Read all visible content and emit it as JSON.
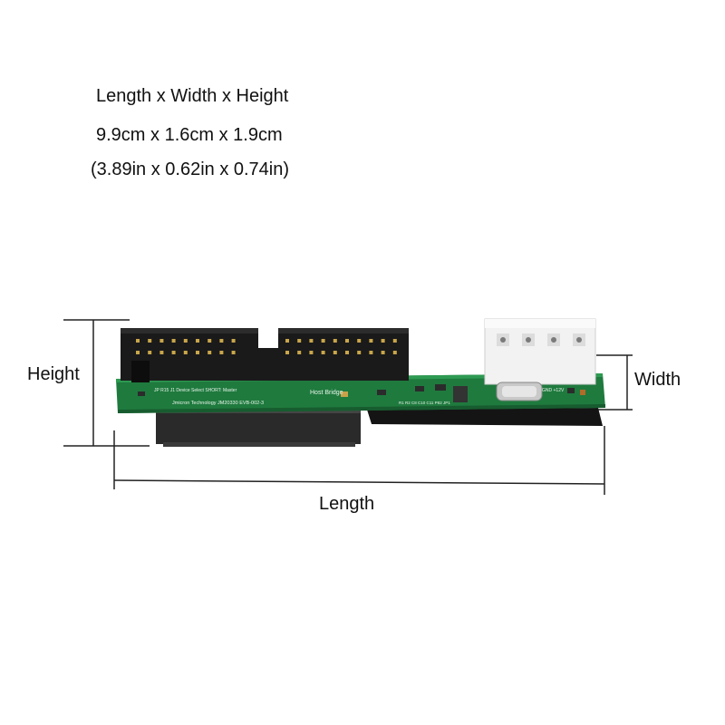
{
  "specs": {
    "line1": "Length x Width x  Height",
    "line2": "9.9cm x 1.6cm x 1.9cm",
    "line3": "(3.89in x 0.62in x 0.74in)"
  },
  "dimension_labels": {
    "height": "Height",
    "width": "Width",
    "length": "Length"
  },
  "board_silkscreen": {
    "row1": "JP   R15  J1  Device  Select   SHORT: Master",
    "row2": "Jmicron  Technology   JM20330   EVB-002-3",
    "host_bridge": "Host  Bridge",
    "power_marks": "GND  +12V",
    "refs": "R1  R2  C8  C10  C11  P82  JP1"
  },
  "colors": {
    "pcb": "#1f7a3e",
    "connector": "#1a1a1a",
    "molex": "#f2f2f2",
    "dimension_line": "#222222"
  }
}
